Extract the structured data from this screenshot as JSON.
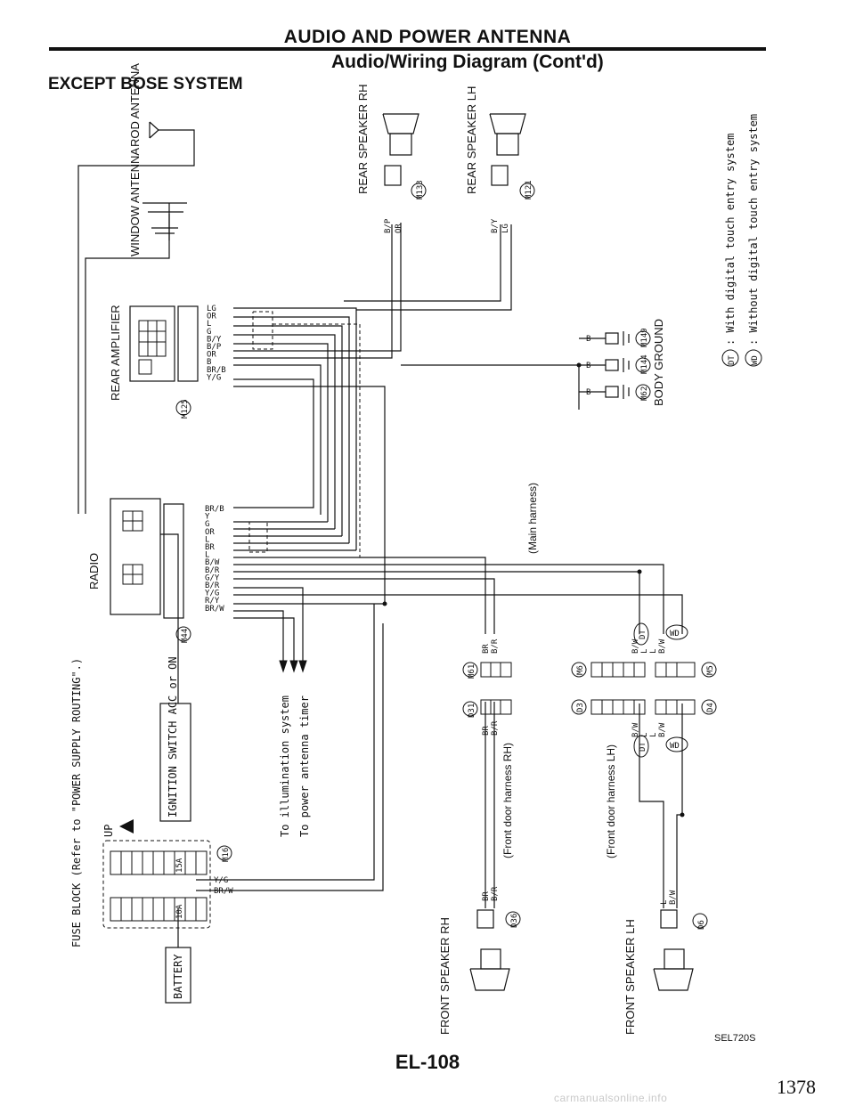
{
  "header": {
    "title": "AUDIO AND POWER ANTENNA",
    "subtitle": "Audio/Wiring Diagram (Cont'd)"
  },
  "section_title": "EXCEPT BOSE SYSTEM",
  "components": {
    "rod_antenna": "ROD ANTENNA",
    "window_antenna": "WINDOW ANTENNA",
    "rear_amplifier": "REAR AMPLIFIER",
    "rear_amp_connector": "M125",
    "radio": "RADIO",
    "radio_connector": "M44",
    "rear_speaker_rh": "REAR SPEAKER RH",
    "rear_speaker_rh_connector": "M133",
    "rear_speaker_lh": "REAR SPEAKER LH",
    "rear_speaker_lh_connector": "M121",
    "body_ground": "BODY GROUND",
    "ground_connectors": [
      "M149",
      "M144",
      "M62"
    ],
    "ignition_switch": "IGNITION SWITCH ACC or ON",
    "fuse_block": "FUSE BLOCK (Refer to \"POWER SUPPLY ROUTING\".)",
    "fuse_block_connector": "M16",
    "fuse_up_label": "UP",
    "fuse_15a": "15A",
    "fuse_10a": "10A",
    "battery": "BATTERY",
    "front_speaker_rh": "FRONT SPEAKER RH",
    "front_speaker_rh_connector": "D36",
    "front_speaker_lh": "FRONT SPEAKER LH",
    "front_speaker_lh_connector": "D6",
    "harness_main": "(Main harness)",
    "harness_front_rh": "(Front door harness RH)",
    "harness_front_lh": "(Front door harness LH)",
    "to_illumination": "To illumination system",
    "to_power_antenna": "To power antenna timer",
    "conn_m61": "M61",
    "conn_d31": "D31",
    "conn_m6": "M6",
    "conn_d3": "D3",
    "conn_m5": "M5",
    "conn_d4": "D4",
    "dt_tag": "DT",
    "wd_tag": "WD"
  },
  "legend": [
    {
      "tag": "DT",
      "text": ": With digital touch entry system"
    },
    {
      "tag": "WD",
      "text": ": Without digital touch entry system"
    }
  ],
  "wire_labels": {
    "rear_amp": [
      "LG",
      "OR",
      "L",
      "G",
      "B/Y",
      "B/P",
      "OR",
      "B",
      "BR/B",
      "Y/G"
    ],
    "radio": [
      "BR/B",
      "Y",
      "G",
      "OR",
      "L",
      "BR",
      "L",
      "B/W",
      "B/R",
      "G/Y",
      "B/R",
      "Y/G",
      "R/Y",
      "BR/W"
    ],
    "rear_spk_rh": [
      "B/P",
      "OR"
    ],
    "rear_spk_lh": [
      "B/Y",
      "LG"
    ],
    "fuse": [
      "Y/G",
      "BR/W"
    ],
    "ground": [
      "B",
      "B",
      "B"
    ],
    "front_rh_upper": [
      "BR",
      "B/R"
    ],
    "front_rh_mid": [
      "BR",
      "B/R"
    ],
    "front_rh_lower": [
      "BR",
      "B/R"
    ],
    "front_lh_upper": [
      "B/W",
      "L",
      "L",
      "B/W"
    ],
    "front_lh_mid": [
      "B/W",
      "L",
      "L",
      "B/W"
    ],
    "front_lh_lower": [
      "L",
      "B/W"
    ]
  },
  "footer": {
    "figure_code": "SEL720S",
    "page": "EL-108",
    "sheet": "1378",
    "watermark": "carmanualsonline.info"
  }
}
